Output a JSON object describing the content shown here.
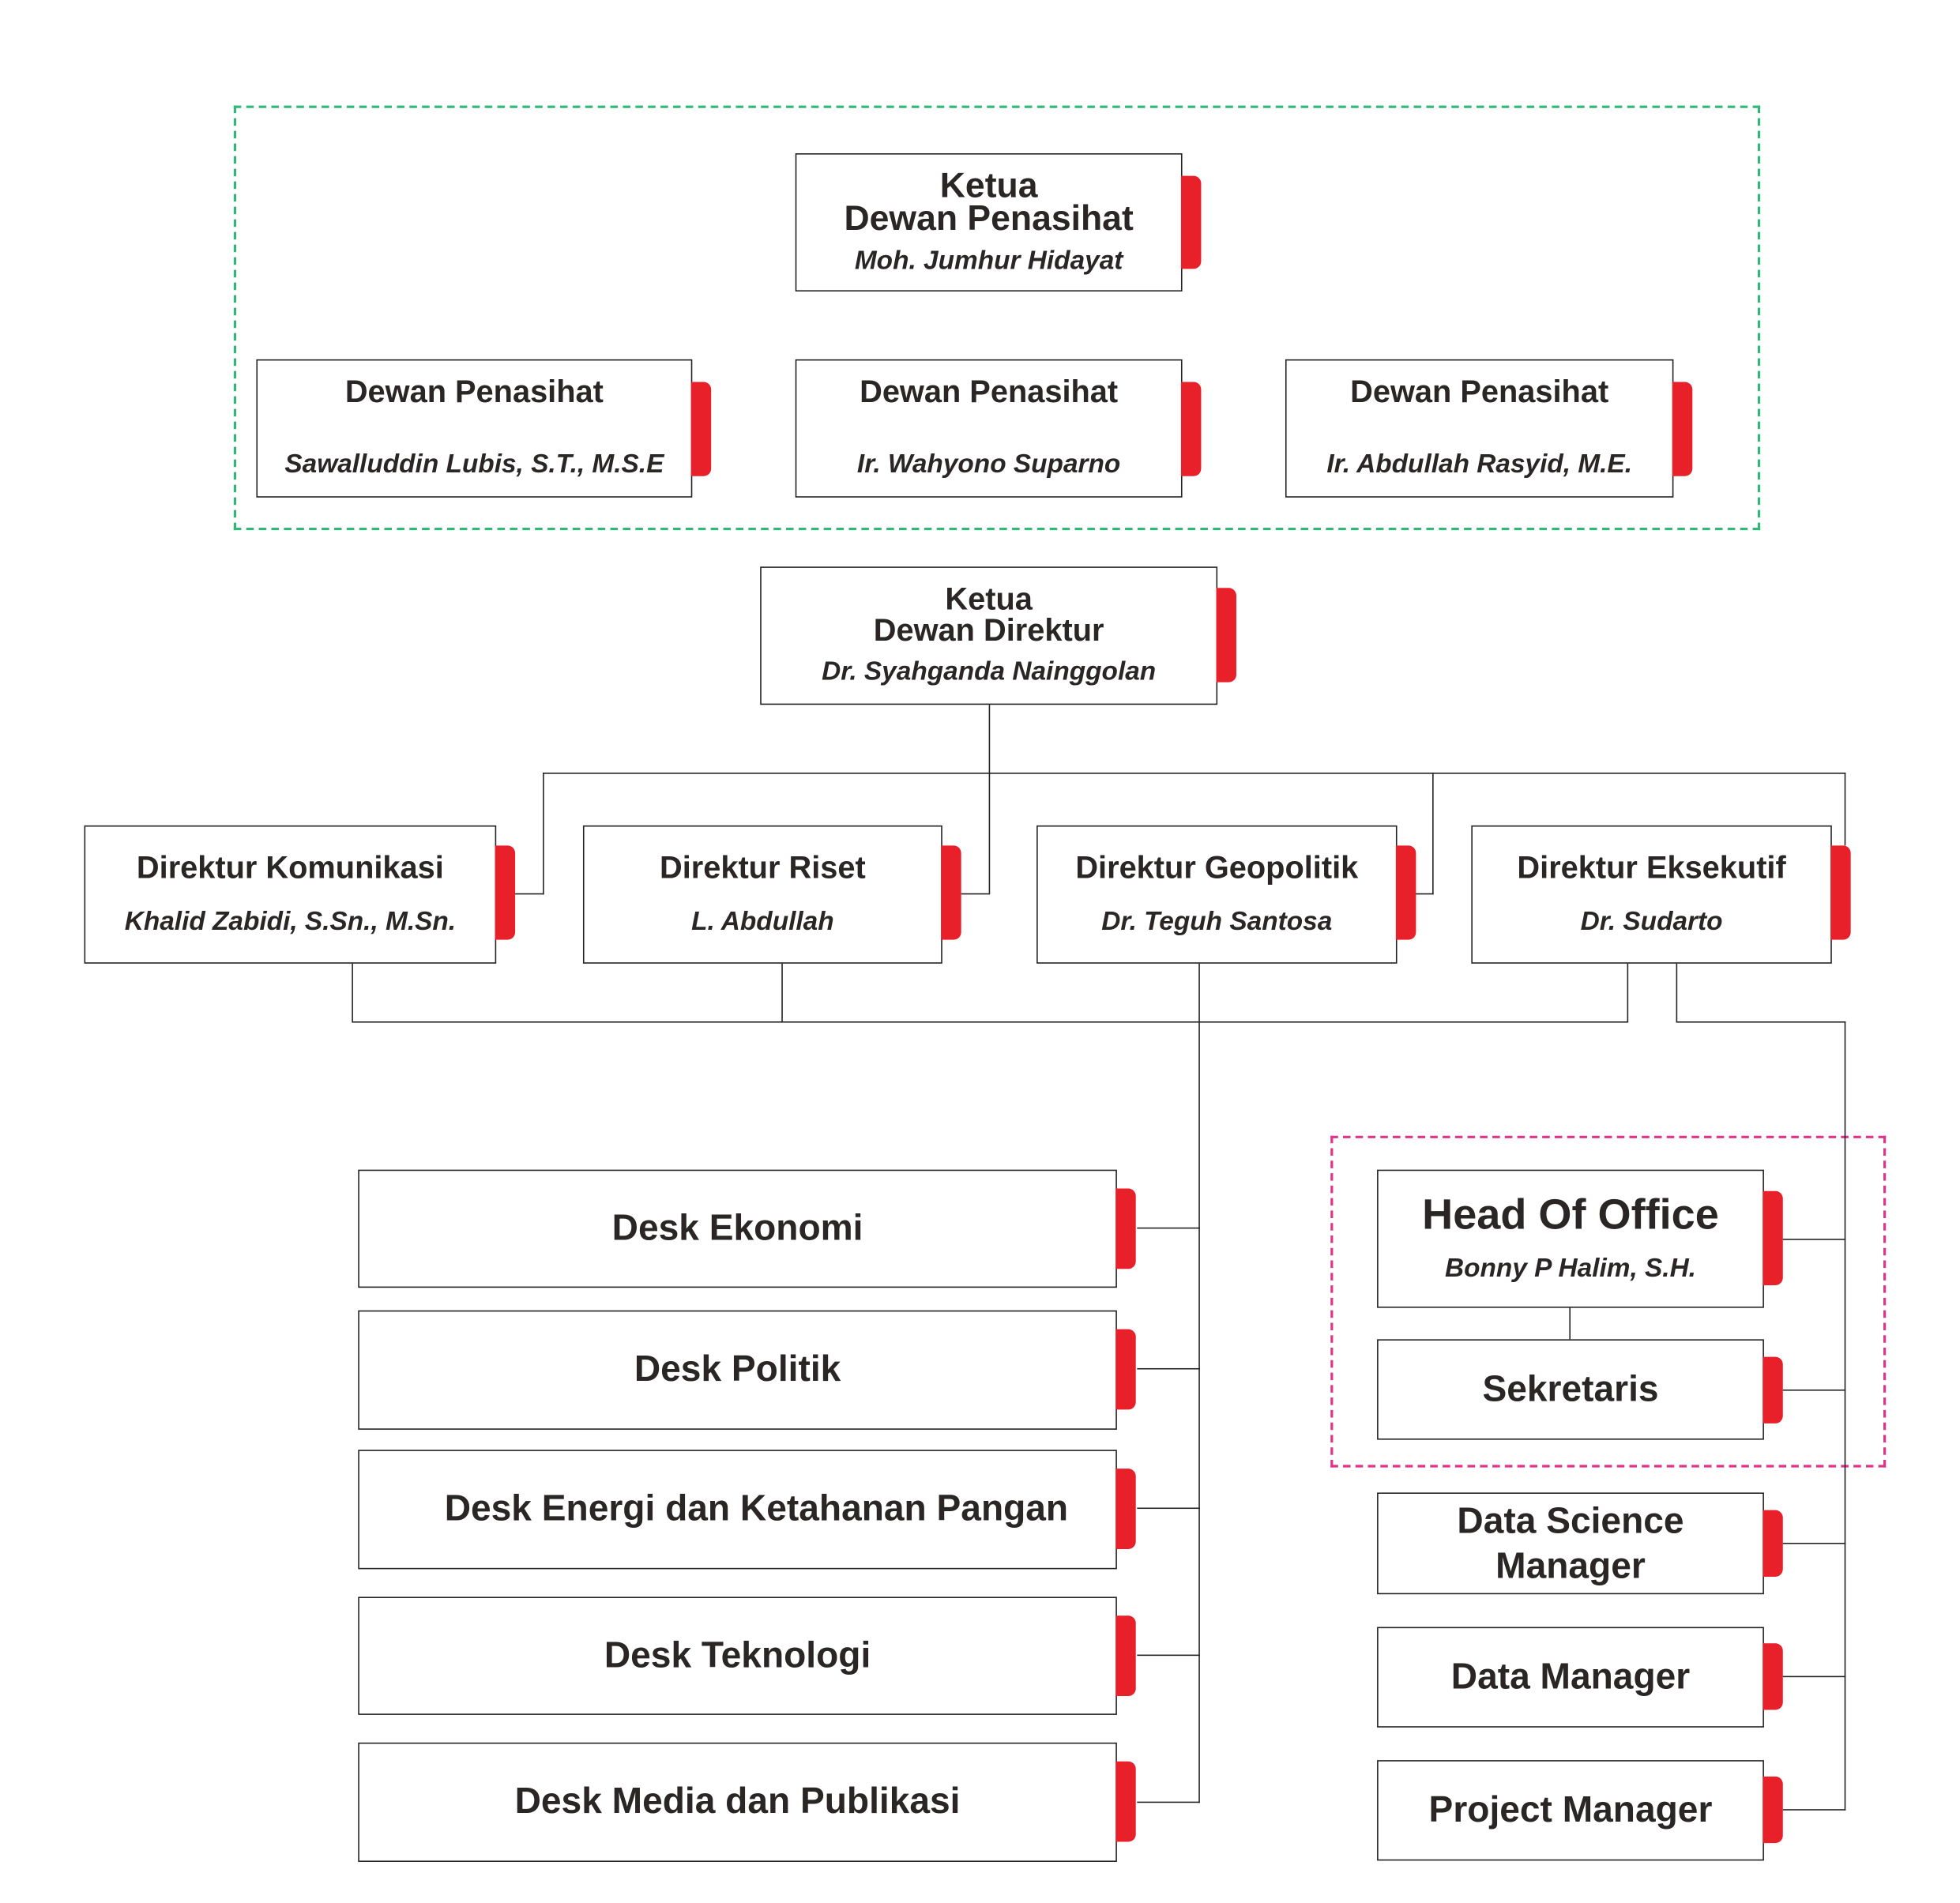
{
  "advisory": {
    "chair": {
      "title1": "Ketua",
      "title2": "Dewan Penasihat",
      "name": "Moh. Jumhur Hidayat"
    },
    "members": [
      {
        "title": "Dewan Penasihat",
        "name": "Sawalluddin Lubis, S.T., M.S.E"
      },
      {
        "title": "Dewan Penasihat",
        "name": "Ir. Wahyono Suparno"
      },
      {
        "title": "Dewan Penasihat",
        "name": "Ir. Abdullah Rasyid, M.E."
      }
    ]
  },
  "board_chair": {
    "title1": "Ketua",
    "title2": "Dewan Direktur",
    "name": "Dr. Syahganda Nainggolan"
  },
  "directors": [
    {
      "title": "Direktur Komunikasi",
      "name": "Khalid Zabidi, S.Sn., M.Sn."
    },
    {
      "title": "Direktur Riset",
      "name": "L. Abdullah"
    },
    {
      "title": "Direktur Geopolitik",
      "name": "Dr. Teguh Santosa"
    },
    {
      "title": "Direktur Eksekutif",
      "name": "Dr. Sudarto"
    }
  ],
  "desks": [
    "Desk Ekonomi",
    "Desk Politik",
    "Desk Energi dan Ketahanan Pangan",
    "Desk Teknologi",
    "Desk Media dan Publikasi"
  ],
  "office": {
    "head_title": "Head Of Office",
    "head_name": "Bonny P Halim, S.H.",
    "secretary": "Sekretaris"
  },
  "managers": [
    "Data Science Manager",
    "Data Manager",
    "Project Manager"
  ],
  "colors": {
    "accent": "#e8202a",
    "advisory_border": "#2fb877",
    "office_border": "#e0338a"
  }
}
